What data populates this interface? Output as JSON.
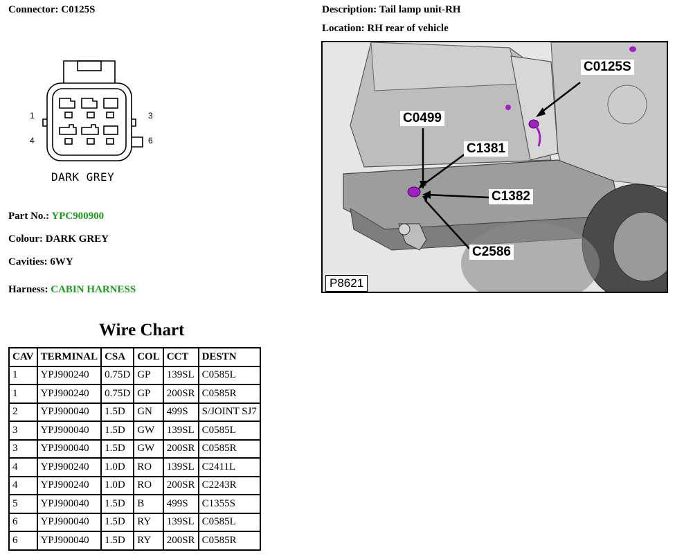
{
  "header": {
    "connector": "Connector: C0125S",
    "description": "Description: Tail lamp unit-RH",
    "location": "Location: RH rear of vehicle"
  },
  "diagram": {
    "caption": "DARK GREY",
    "pins": [
      "1",
      "3",
      "4",
      "6"
    ]
  },
  "info": {
    "part_label": "Part No.: ",
    "part_value": "YPC900900",
    "colour": "Colour: DARK GREY",
    "cavities": "Cavities: 6WY",
    "harness_label": "Harness: ",
    "harness_value": "CABIN HARNESS"
  },
  "wire_chart": {
    "title": "Wire Chart",
    "headers": [
      "CAV",
      "TERMINAL",
      "CSA",
      "COL",
      "CCT",
      "DESTN"
    ],
    "rows": [
      [
        "1",
        "YPJ900240",
        "0.75D",
        "GP",
        "139SL",
        "C0585L"
      ],
      [
        "1",
        "YPJ900240",
        "0.75D",
        "GP",
        "200SR",
        "C0585R"
      ],
      [
        "2",
        "YPJ900040",
        "1.5D",
        "GN",
        "499S",
        "S/JOINT SJ7"
      ],
      [
        "3",
        "YPJ900040",
        "1.5D",
        "GW",
        "139SL",
        "C0585L"
      ],
      [
        "3",
        "YPJ900040",
        "1.5D",
        "GW",
        "200SR",
        "C0585R"
      ],
      [
        "4",
        "YPJ900240",
        "1.0D",
        "RO",
        "139SL",
        "C2411L"
      ],
      [
        "4",
        "YPJ900240",
        "1.0D",
        "RO",
        "200SR",
        "C2243R"
      ],
      [
        "5",
        "YPJ900040",
        "1.5D",
        "B",
        "499S",
        "C1355S"
      ],
      [
        "6",
        "YPJ900040",
        "1.5D",
        "RY",
        "139SL",
        "C0585L"
      ],
      [
        "6",
        "YPJ900040",
        "1.5D",
        "RY",
        "200SR",
        "C0585R"
      ]
    ]
  },
  "photo": {
    "callouts": [
      "C0125S",
      "C0499",
      "C1381",
      "C1382",
      "C2586"
    ],
    "code": "P8621",
    "highlight_color": "#a020c0"
  }
}
